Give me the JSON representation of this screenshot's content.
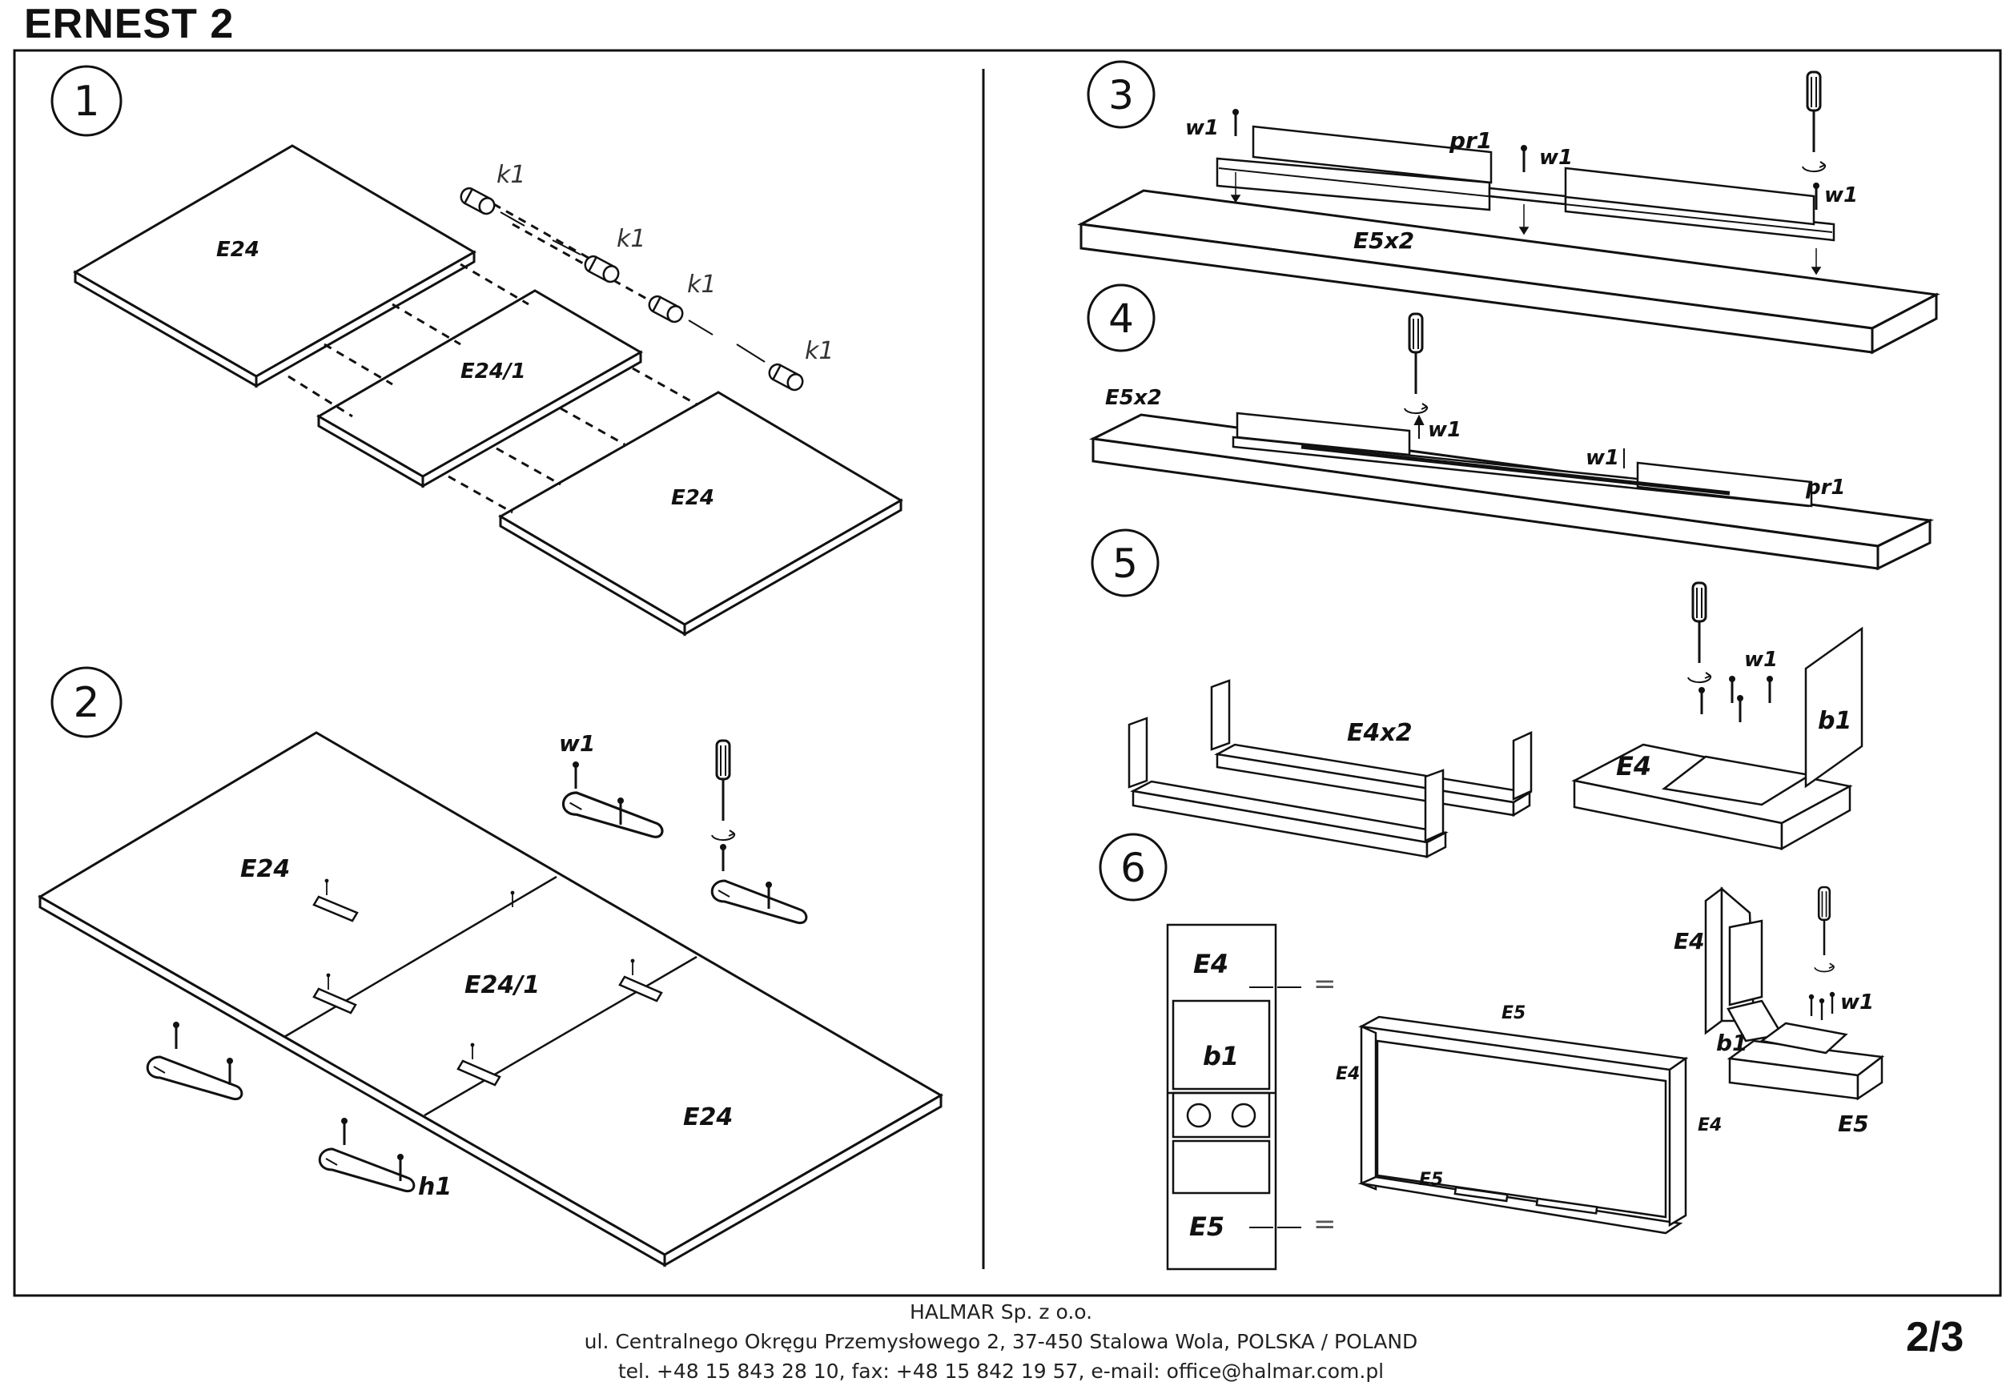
{
  "title": "ERNEST 2",
  "page": "2/3",
  "footer": {
    "company": "HALMAR Sp. z o.o.",
    "address": "ul. Centralnego Okręgu Przemysłowego 2, 37-450 Stalowa Wola, POLSKA / POLAND",
    "contact": "tel. +48 15 843 28 10, fax: +48 15 842 19 57, e-mail: office@halmar.com.pl"
  },
  "steps": [
    "1",
    "2",
    "3",
    "4",
    "5",
    "6"
  ],
  "labels": {
    "k1": "k1",
    "e24": "E24",
    "e24_1": "E24/1",
    "w1": "w1",
    "h1": "h1",
    "pr1": "pr1",
    "e5x2": "E5x2",
    "e4x2": "E4x2",
    "e4": "E4",
    "e5": "E5",
    "b1": "b1",
    "equals": "="
  }
}
